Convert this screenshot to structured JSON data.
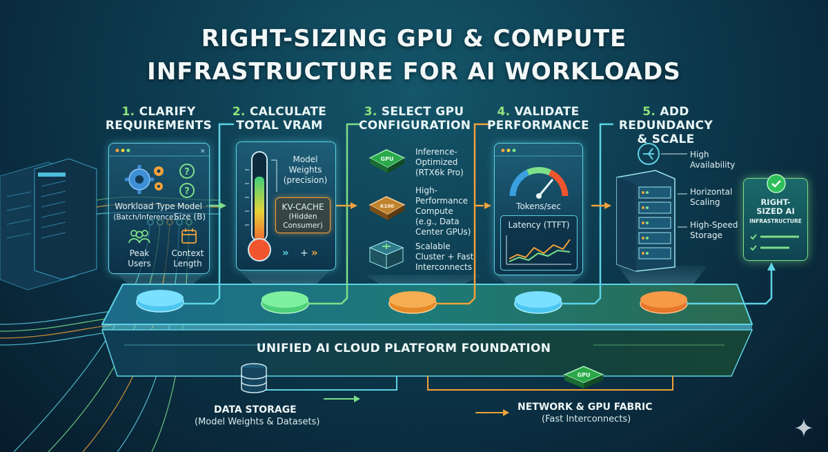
{
  "title": {
    "line1": "RIGHT-SIZING GPU & COMPUTE",
    "line2": "INFRASTRUCTURE FOR AI WORKLOADS"
  },
  "steps": [
    {
      "num": "1.",
      "line1": "CLARIFY",
      "line2": "REQUIREMENTS",
      "items": [
        {
          "label": "Workload Type",
          "sub": "(Batch/Inference)",
          "icon": "gear-icon"
        },
        {
          "label": "Model",
          "sub": "Size (B)",
          "icon": "question-icon"
        },
        {
          "label": "Peak",
          "sub": "Users",
          "icon": "users-icon"
        },
        {
          "label": "Context",
          "sub": "Length",
          "icon": "calendar-icon"
        }
      ]
    },
    {
      "num": "2.",
      "line1": "CALCULATE",
      "line2": "TOTAL VRAM",
      "items": [
        {
          "label": "Model",
          "sub": "Weights",
          "sub2": "(precision)",
          "icon": "thermometer-icon"
        },
        {
          "label": "KV-CACHE",
          "sub": "(Hidden",
          "sub2": "Consumer)",
          "icon": "cache-box-icon"
        }
      ]
    },
    {
      "num": "3.",
      "line1": "SELECT GPU",
      "line2": "CONFIGURATION",
      "items": [
        {
          "label": "Inference-",
          "sub": "Optimized",
          "sub2": "(RTX6k Pro)",
          "chip": "GPU",
          "icon": "gpu-chip-icon"
        },
        {
          "label": "High-",
          "sub": "Performance",
          "sub2": "Compute",
          "sub3": "(e.g., Data",
          "sub4": "Center GPUs)",
          "chip": "K100",
          "icon": "datacenter-gpu-icon"
        },
        {
          "label": "Scalable",
          "sub": "Cluster + Fast",
          "sub2": "Interconnects",
          "icon": "cluster-icon"
        }
      ]
    },
    {
      "num": "4.",
      "line1": "VALIDATE",
      "line2": "PERFORMANCE",
      "items": [
        {
          "label": "Tokens/sec",
          "icon": "gauge-icon"
        },
        {
          "label": "Latency (TTFT)",
          "icon": "line-chart-icon"
        }
      ]
    },
    {
      "num": "5.",
      "line1": "ADD REDUNDANCY",
      "line2": "& SCALE",
      "items": [
        {
          "label": "High",
          "sub": "Availability",
          "icon": "network-icon"
        },
        {
          "label": "Horizontal",
          "sub": "Scaling",
          "icon": "server-rack-icon"
        },
        {
          "label": "High-Speed",
          "sub": "Storage",
          "icon": "storage-icon"
        }
      ]
    }
  ],
  "final": {
    "line1": "RIGHT-",
    "line2": "SIZED AI",
    "line3": "INFRASTRUCTURE",
    "icon": "check-badge-icon"
  },
  "platform": {
    "label": "UNIFIED AI CLOUD PLATFORM FOUNDATION"
  },
  "bottom": {
    "storage": {
      "title": "DATA STORAGE",
      "sub": "(Model Weights & Datasets)",
      "icon": "database-icon"
    },
    "network": {
      "title": "NETWORK & GPU FABRIC",
      "sub": "(Fast Interconnects)",
      "chip": "GPU",
      "icon": "gpu-chip-icon"
    }
  },
  "colors": {
    "cyan": "#5fd3e6",
    "green": "#7fe08a",
    "orange": "#f2a23a",
    "teal_bg": "#0d3a4e"
  }
}
